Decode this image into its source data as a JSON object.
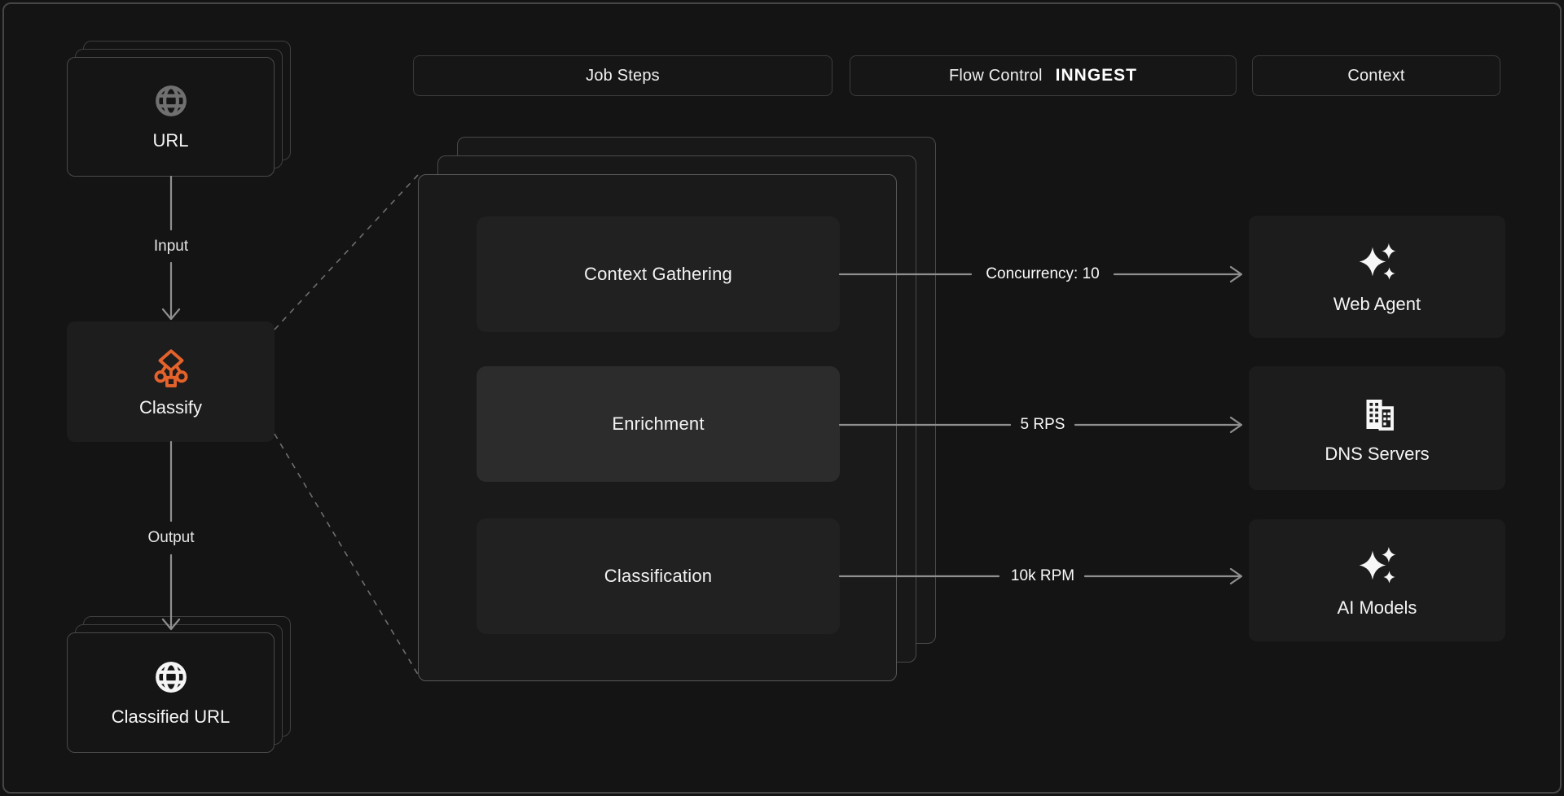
{
  "colors": {
    "background": "#141414",
    "accent_orange": "#e5622b",
    "arrow_gray": "#8f8f8f",
    "panel_border": "#585858",
    "text": "#f2f2f2"
  },
  "headers": {
    "job_steps": "Job Steps",
    "flow_control": "Flow Control",
    "flow_control_logo": "INNGEST",
    "context": "Context"
  },
  "pipeline": {
    "url_card": "URL",
    "input_label": "Input",
    "classify_card": "Classify",
    "output_label": "Output",
    "classified_card": "Classified URL"
  },
  "rows": [
    {
      "step": "Context Gathering",
      "flow_control": "Concurrency: 10",
      "target": "Web Agent"
    },
    {
      "step": "Enrichment",
      "flow_control": "5 RPS",
      "target": "DNS Servers"
    },
    {
      "step": "Classification",
      "flow_control": "10k RPM",
      "target": "AI Models"
    }
  ],
  "icons": {
    "url_card": "globe-icon",
    "classified_card": "globe-icon",
    "classify_card": "classify-network-icon",
    "web_agent": "sparkles-icon",
    "dns_servers": "building-icon",
    "ai_models": "sparkles-icon"
  }
}
